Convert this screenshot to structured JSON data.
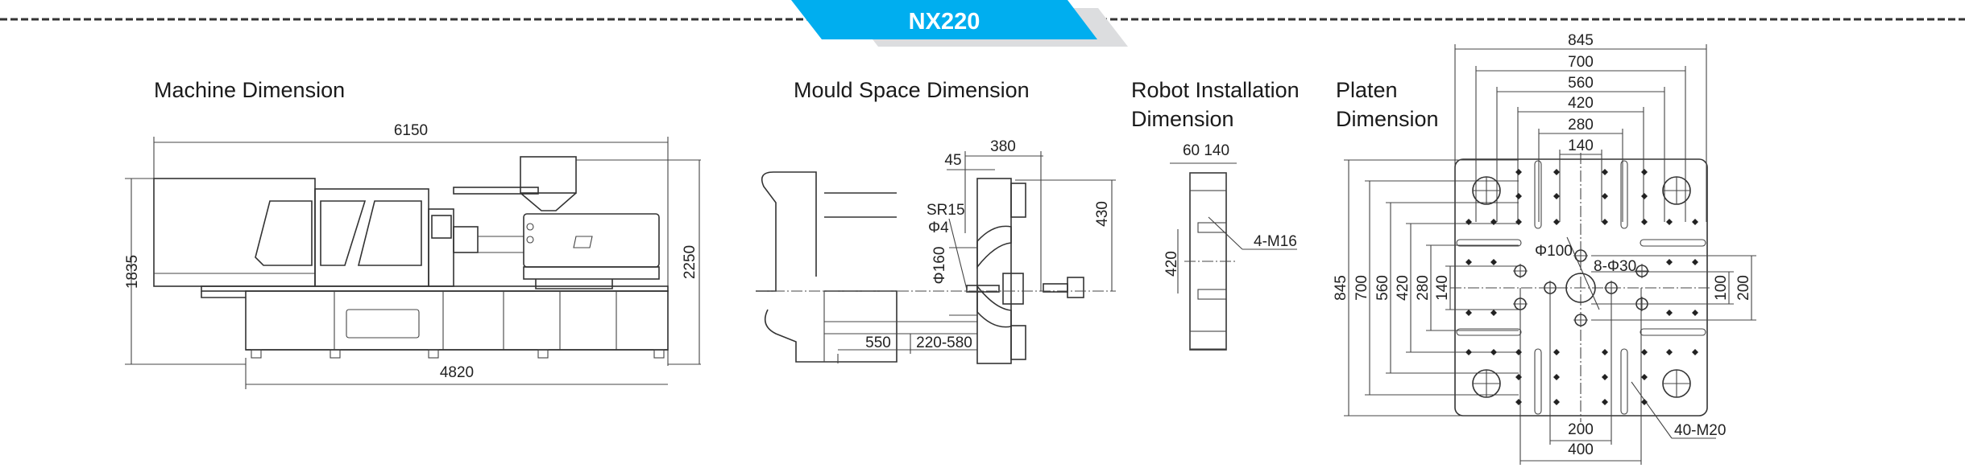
{
  "banner": {
    "title": "NX220",
    "color": "#00AEEF",
    "shadow_color": "#DCDDDF"
  },
  "sections": {
    "machine": {
      "title": "Machine Dimension",
      "overall_length": "6150",
      "base_length": "4820",
      "height_body": "1835",
      "height_total": "2250"
    },
    "mould": {
      "title": "Mould Space Dimension",
      "d380": "380",
      "d45": "45",
      "d430": "430",
      "sr15": "SR15",
      "phi4": "Φ4",
      "phi160": "Φ160",
      "d550": "550",
      "d220_580": "220-580"
    },
    "robot": {
      "title_line1": "Robot Installation",
      "title_line2": "Dimension",
      "d60_140": "60 140",
      "d420": "420",
      "m16": "4-M16"
    },
    "platen": {
      "title_line1": "Platen",
      "title_line2": "Dimension",
      "top_dims": [
        "845",
        "700",
        "560",
        "420",
        "280",
        "140"
      ],
      "left_dims": [
        "845",
        "700",
        "560",
        "420",
        "280",
        "140"
      ],
      "right_dims": [
        "100",
        "200"
      ],
      "bottom_dims": [
        "200",
        "400"
      ],
      "phi100": "Φ100",
      "holes_8_phi30": "8-Φ30",
      "m20": "40-M20"
    }
  }
}
